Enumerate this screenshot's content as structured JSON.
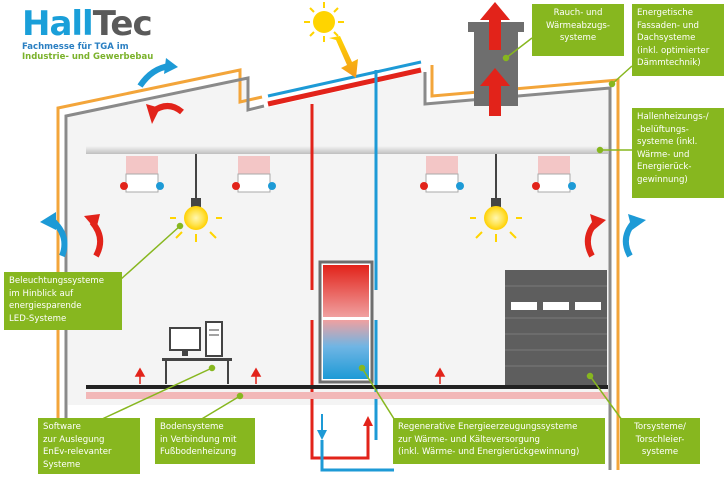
{
  "logo": {
    "brand_part1": "Hall",
    "brand_part2": "Tec",
    "subtitle_line1": "Fachmesse für TGA im",
    "subtitle_line2": "Industrie- und Gewerbebau"
  },
  "callouts": {
    "smoke": [
      "Rauch- und",
      "Wärmeabzugs-",
      "systeme"
    ],
    "facade": [
      "Energetische",
      "Fassaden- und",
      "Dachsysteme",
      "(inkl. optimierter",
      "Dämmtechnik)"
    ],
    "heating": [
      "Hallenheizungs-/",
      "-belüftungs-",
      "systeme (inkl.",
      "Wärme- und",
      "Energierück-",
      "gewinnung)"
    ],
    "lighting": [
      "Beleuchtungssysteme",
      "im Hinblick auf",
      "energiesparende",
      "LED-Systeme"
    ],
    "software": [
      "Software",
      "zur Auslegung",
      "EnEv-relevanter",
      "Systeme"
    ],
    "floor": [
      "Bodensysteme",
      "in Verbindung mit",
      "Fußbodenheizung"
    ],
    "regen": [
      "Regenerative Energieerzeugungssysteme",
      "zur Wärme- und Kälteversorgung",
      "(inkl. Wärme- und Energierückgewinnung)"
    ],
    "door": [
      "Torsysteme/",
      "Torschleier-",
      "systeme"
    ]
  },
  "colors": {
    "callout_green": "#87b71f",
    "wall_orange": "#f3a53a",
    "wall_gray": "#8a8a8a",
    "hot_red": "#e2231a",
    "cold_blue": "#1d9ad6",
    "door_gray": "#5e5e5e",
    "floor_pink": "#f2b8b8",
    "sun_yellow": "#ffd400"
  }
}
